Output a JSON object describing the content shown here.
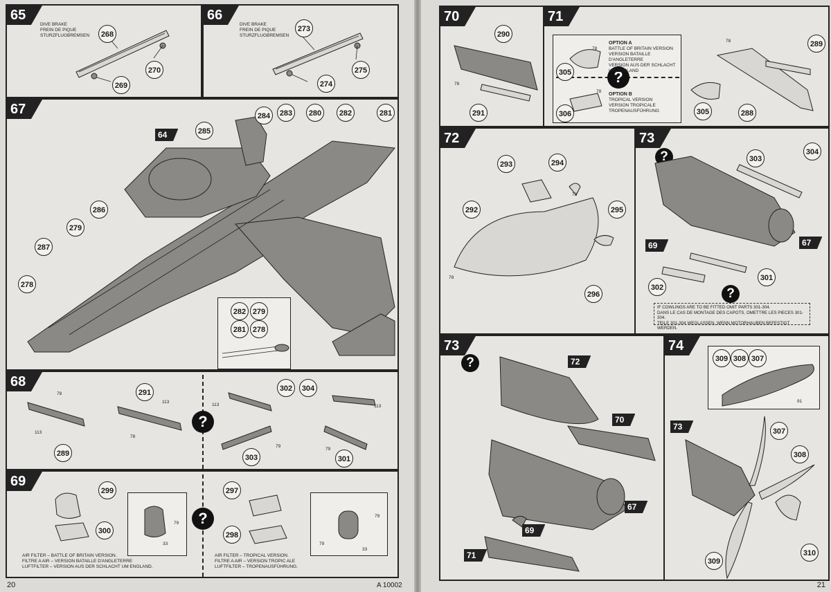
{
  "left_page": {
    "page_number": "20",
    "steps": {
      "s65": {
        "number": "65",
        "note": [
          "DIVE BRAKE",
          "FREIN DE PIQUE",
          "STURZFLUGBREMSEN"
        ],
        "callouts": [
          "268",
          "269",
          "270"
        ]
      },
      "s66": {
        "number": "66",
        "note": [
          "DIVE BRAKE",
          "FREIN DE PIQUE",
          "STURZFLUGBREMSEN"
        ],
        "callouts": [
          "273",
          "274",
          "275"
        ]
      },
      "s67": {
        "number": "67",
        "ref_step": "64",
        "callouts": [
          "284",
          "283",
          "280",
          "282",
          "281",
          "285",
          "286",
          "279",
          "287",
          "278"
        ],
        "inset_callouts": [
          "282",
          "279",
          "281",
          "278"
        ]
      },
      "s68": {
        "number": "68",
        "callouts": [
          "291",
          "289",
          "302",
          "304",
          "303",
          "301"
        ],
        "part_numbers": [
          "78",
          "113",
          "113",
          "78",
          "113",
          "113",
          "79",
          "79"
        ]
      },
      "s69": {
        "number": "69",
        "callouts": [
          "299",
          "300",
          "297",
          "298"
        ],
        "inset_parts": [
          "79",
          "33",
          "79",
          "79",
          "33"
        ],
        "note_left": [
          "AIR FILTER – BATTLE OF BRITAIN VERSION.",
          "FILTRE A AIR – VERSION BATAILLE D'ANGLETERRE",
          "LUFTFILTER – VERSION AUS DER SCHLACHT UM ENGLAND."
        ],
        "note_right": [
          "AIR FILTER – TROPICAL VERSION.",
          "FILTRE A AIR – VERSION TROPIC ALE",
          "LUFTFILTER – TROPENAUSFÜHRUNG."
        ]
      }
    }
  },
  "right_page": {
    "page_number": "21",
    "footer_code": "A 10002",
    "steps": {
      "s70": {
        "number": "70",
        "callouts": [
          "290",
          "291"
        ],
        "part_numbers": [
          "78"
        ]
      },
      "s71": {
        "number": "71",
        "option_a": [
          "OPTION A",
          "BATTLE OF BRITAIN VERSION",
          "VERSION BATAILLE D'ANGLETERRE",
          "VERSION AUS DER SCHLACHT UM ENGLAND"
        ],
        "option_b": [
          "OPTION B",
          "TROPICAL VERSION",
          "VERSION TROPICALE",
          "TROPENAUSFÜHRUNG"
        ],
        "callouts": [
          "305",
          "306",
          "289",
          "305",
          "288"
        ],
        "part_numbers": [
          "78",
          "78",
          "78"
        ]
      },
      "s72": {
        "number": "72",
        "callouts": [
          "293",
          "294",
          "292",
          "295",
          "296"
        ],
        "part_numbers": [
          "78",
          "78"
        ]
      },
      "s73a": {
        "number": "73",
        "callouts": [
          "303",
          "304",
          "302",
          "301"
        ],
        "refs": [
          "69",
          "67"
        ],
        "note": [
          "IF COWLINGS ARE TO BE FITTED OMIT PARTS 301-304.",
          "DANS LE CAS DE MONTAGE DES CAPOTS, OMETTRE LES PIECES 301-304.",
          "TEILE 301-304 WEGLASSEN, WENN MOTORHAUBEN BEFESTIGT WERDEN."
        ]
      },
      "s73b": {
        "number": "73",
        "refs": [
          "72",
          "70",
          "67",
          "69",
          "71"
        ]
      },
      "s74": {
        "number": "74",
        "callouts": [
          "309",
          "308",
          "307",
          "307",
          "308",
          "309",
          "310"
        ],
        "refs": [
          "73"
        ],
        "part_numbers": [
          "91"
        ]
      }
    }
  },
  "question_mark": "?"
}
